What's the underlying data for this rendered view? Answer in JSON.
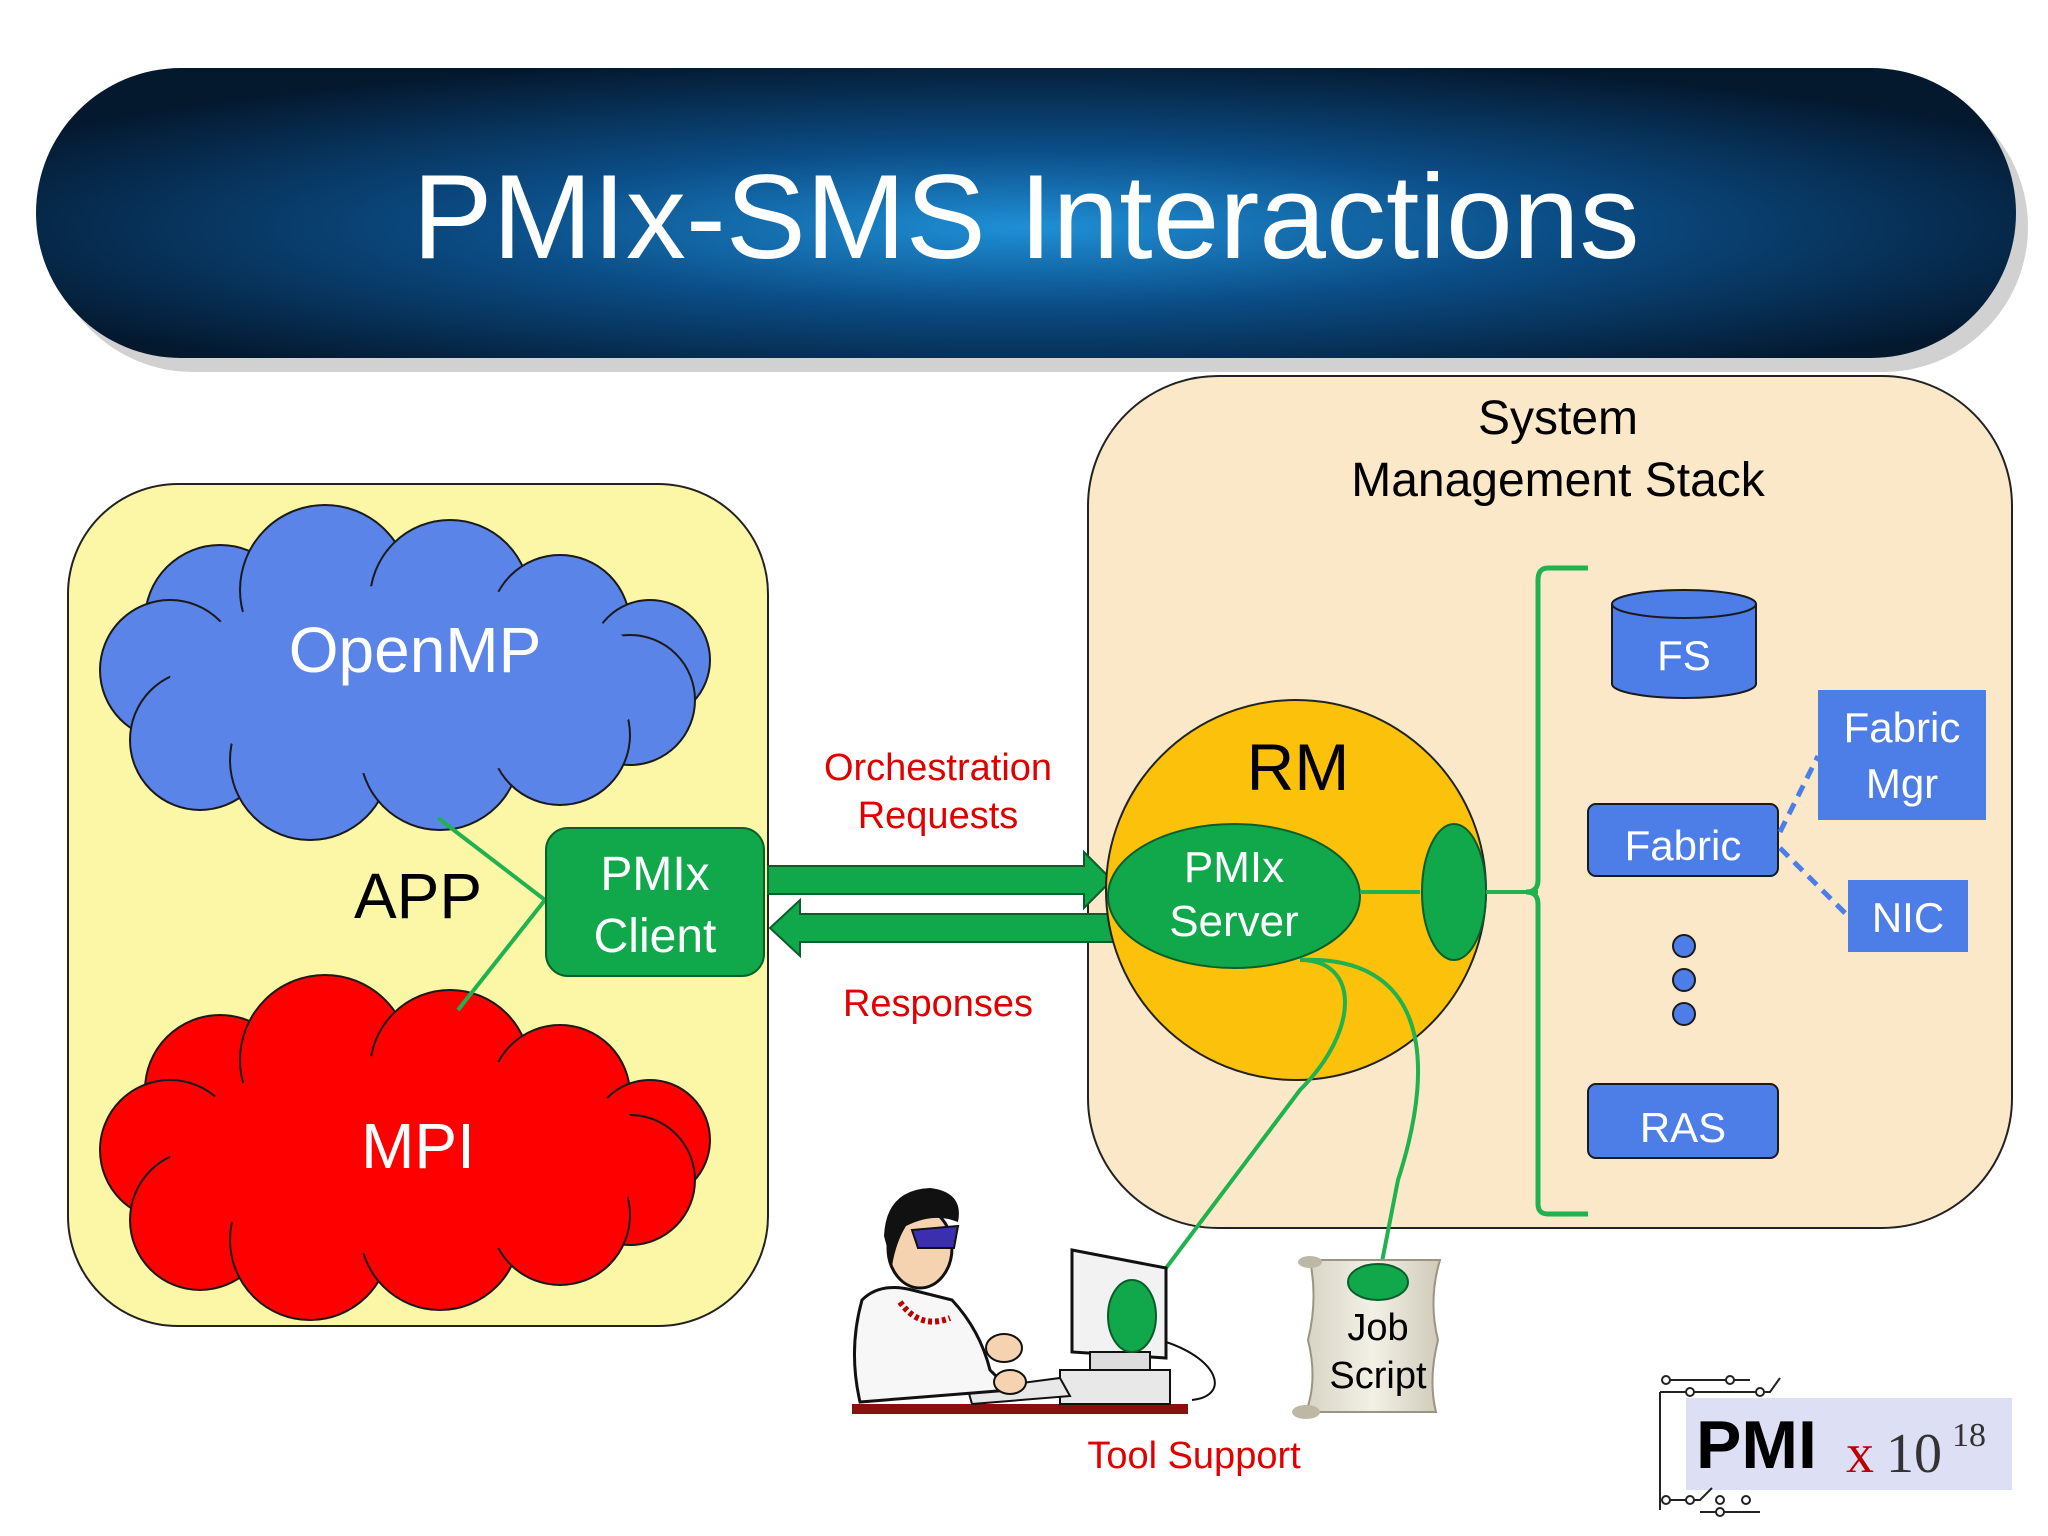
{
  "slide": {
    "title": "PMIx-SMS Interactions"
  },
  "app": {
    "label": "APP",
    "openmp": "OpenMP",
    "mpi": "MPI",
    "client_line1": "PMIx",
    "client_line2": "Client"
  },
  "arrows": {
    "orch_line1": "Orchestration",
    "orch_line2": "Requests",
    "responses": "Responses"
  },
  "sms": {
    "title_line1": "System",
    "title_line2": "Management Stack",
    "rm": "RM",
    "server_line1": "PMIx",
    "server_line2": "Server",
    "fs": "FS",
    "fabric": "Fabric",
    "fabric_mgr_line1": "Fabric",
    "fabric_mgr_line2": "Mgr",
    "nic": "NIC",
    "ras": "RAS"
  },
  "bottom": {
    "job_line1": "Job",
    "job_line2": "Script",
    "tool_support": "Tool Support"
  },
  "logo": {
    "pmi": "PMI",
    "x": "x",
    "ten": "10",
    "exp": "18"
  },
  "colors": {
    "title_banner": "#0a3a68",
    "app_box": "#fbf7a6",
    "sms_box": "#fbe8c9",
    "openmp_cloud": "#5b84e8",
    "mpi_cloud": "#ff0000",
    "pmix_green": "#10a84a",
    "rm_circle": "#fcc10a",
    "component_blue": "#4d7ee8",
    "connector_green": "#1fb24e",
    "annotation_red": "#e00000"
  }
}
